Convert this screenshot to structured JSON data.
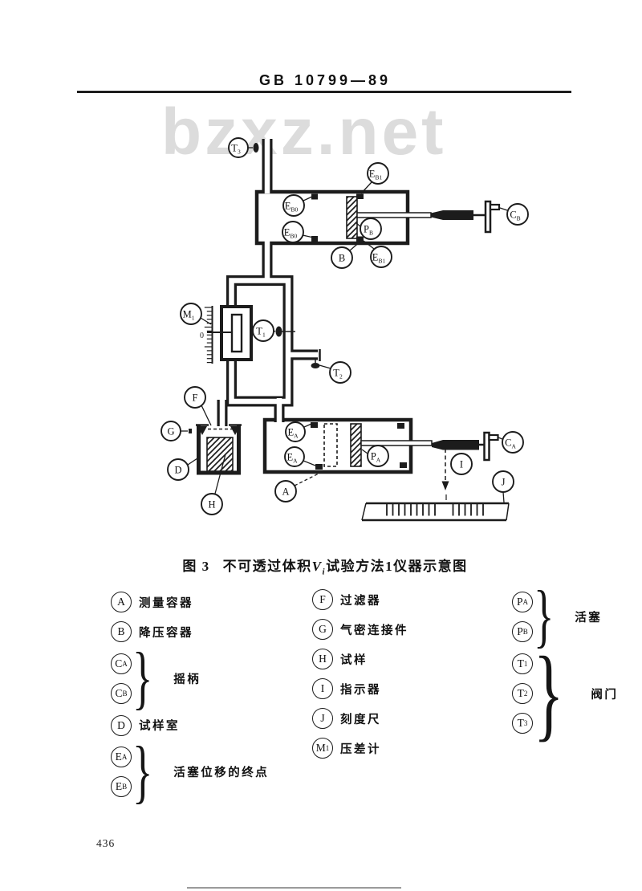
{
  "page": {
    "standard_code": "GB 10799—89",
    "watermark": "bzxz.net",
    "page_number": "436"
  },
  "figure": {
    "caption_fig": "图 3",
    "caption_pre": "不可透过体积",
    "caption_symbol_main": "V",
    "caption_symbol_sub": "i",
    "caption_post": "试验方法1仪器示意图",
    "manometer_zero": "0"
  },
  "diagram_labels": [
    {
      "id": "T3",
      "main": "T",
      "sub": "3"
    },
    {
      "id": "EB1t",
      "main": "E",
      "sub": "B1"
    },
    {
      "id": "EB0t",
      "main": "E",
      "sub": "B0"
    },
    {
      "id": "EB0b",
      "main": "E",
      "sub": "B0"
    },
    {
      "id": "PB",
      "main": "P",
      "sub": "B"
    },
    {
      "id": "B",
      "main": "B",
      "sub": ""
    },
    {
      "id": "EB1b",
      "main": "E",
      "sub": "B1"
    },
    {
      "id": "CB",
      "main": "C",
      "sub": "B"
    },
    {
      "id": "M1",
      "main": "M",
      "sub": "1"
    },
    {
      "id": "T1",
      "main": "T",
      "sub": "1"
    },
    {
      "id": "T2",
      "main": "T",
      "sub": "2"
    },
    {
      "id": "F",
      "main": "F",
      "sub": ""
    },
    {
      "id": "G",
      "main": "G",
      "sub": ""
    },
    {
      "id": "D",
      "main": "D",
      "sub": ""
    },
    {
      "id": "H",
      "main": "H",
      "sub": ""
    },
    {
      "id": "EAt",
      "main": "E",
      "sub": "A"
    },
    {
      "id": "EAb",
      "main": "E",
      "sub": "A"
    },
    {
      "id": "PA",
      "main": "P",
      "sub": "A"
    },
    {
      "id": "A",
      "main": "A",
      "sub": ""
    },
    {
      "id": "CA",
      "main": "C",
      "sub": "A"
    },
    {
      "id": "I",
      "main": "I",
      "sub": ""
    },
    {
      "id": "J",
      "main": "J",
      "sub": ""
    }
  ],
  "legend": {
    "columns": [
      {
        "entries": [
          {
            "symbols": [
              {
                "main": "A",
                "sub": ""
              }
            ],
            "label": "测量容器",
            "brace": false
          },
          {
            "symbols": [
              {
                "main": "B",
                "sub": ""
              }
            ],
            "label": "降压容器",
            "brace": false
          },
          {
            "symbols": [
              {
                "main": "C",
                "sub": "A"
              },
              {
                "main": "C",
                "sub": "B"
              }
            ],
            "label": "摇柄",
            "brace": true
          },
          {
            "symbols": [
              {
                "main": "D",
                "sub": ""
              }
            ],
            "label": "试样室",
            "brace": false
          },
          {
            "symbols": [
              {
                "main": "E",
                "sub": "A"
              },
              {
                "main": "E",
                "sub": "B"
              }
            ],
            "label": "活塞位移的终点",
            "brace": true
          }
        ]
      },
      {
        "entries": [
          {
            "symbols": [
              {
                "main": "F",
                "sub": ""
              }
            ],
            "label": "过滤器",
            "brace": false
          },
          {
            "symbols": [
              {
                "main": "G",
                "sub": ""
              }
            ],
            "label": "气密连接件",
            "brace": false
          },
          {
            "symbols": [
              {
                "main": "H",
                "sub": ""
              }
            ],
            "label": "试样",
            "brace": false
          },
          {
            "symbols": [
              {
                "main": "I",
                "sub": ""
              }
            ],
            "label": "指示器",
            "brace": false
          },
          {
            "symbols": [
              {
                "main": "J",
                "sub": ""
              }
            ],
            "label": "刻度尺",
            "brace": false
          },
          {
            "symbols": [
              {
                "main": "M",
                "sub": "1"
              }
            ],
            "label": "压差计",
            "brace": false
          }
        ]
      },
      {
        "entries": [
          {
            "symbols": [
              {
                "main": "P",
                "sub": "A"
              },
              {
                "main": "P",
                "sub": "B"
              }
            ],
            "label": "活塞",
            "brace": true
          },
          {
            "symbols": [
              {
                "main": "T",
                "sub": "1"
              },
              {
                "main": "T",
                "sub": "2"
              },
              {
                "main": "T",
                "sub": "3"
              }
            ],
            "label": "阀门",
            "brace": true
          }
        ]
      }
    ]
  }
}
